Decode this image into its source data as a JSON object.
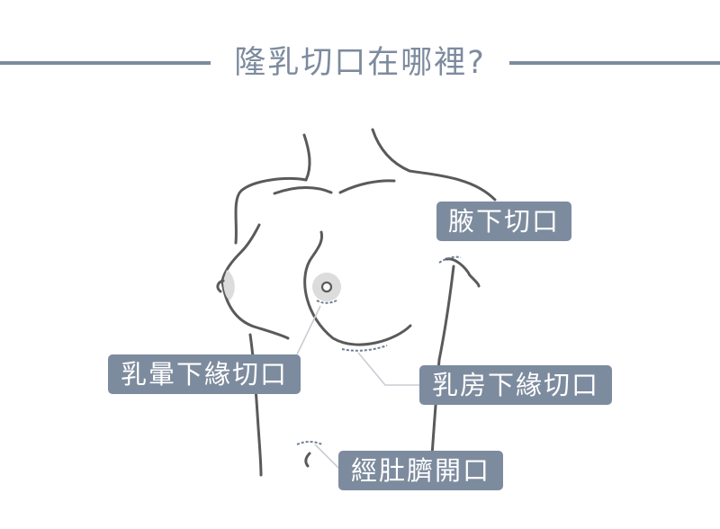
{
  "title": "隆乳切口在哪裡?",
  "labels": {
    "axillary": "腋下切口",
    "periareolar": "乳暈下緣切口",
    "inframammary": "乳房下緣切口",
    "umbilical": "經肚臍開口"
  },
  "colors": {
    "accent": "#7d8b9e",
    "outline": "#5a5a5a",
    "leader": "#c9cdd3",
    "areola": "#dcdcdc",
    "incision": "#6f7f95"
  }
}
